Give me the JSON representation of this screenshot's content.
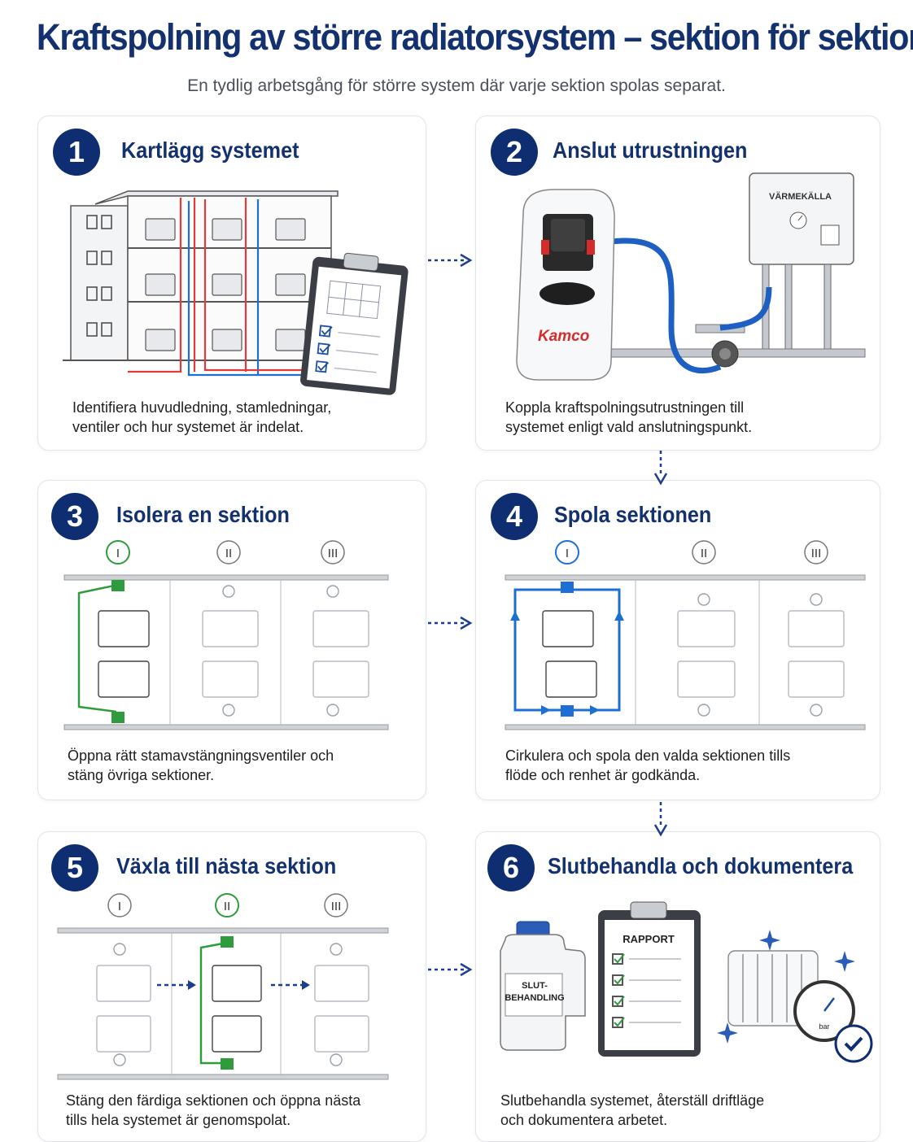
{
  "header": {
    "title": "Kraftspolning av större radiatorsystem – sektion för sektion",
    "subtitle": "En tydlig arbetsgång för större system där varje sektion spolas separat."
  },
  "steps": [
    {
      "number": "1",
      "title": "Kartlägg systemet",
      "description": "Identifiera huvudledning, stamledningar,\nventiler och hur systemet är indelat."
    },
    {
      "number": "2",
      "title": "Anslut utrustningen",
      "description": "Koppla kraftspolningsutrustningen till\nsystemet enligt vald anslutningspunkt."
    },
    {
      "number": "3",
      "title": "Isolera en sektion",
      "description": "Öppna rätt stamavstängningsventiler och\nstäng övriga sektioner."
    },
    {
      "number": "4",
      "title": "Spola sektionen",
      "description": "Cirkulera och spola den valda sektionen tills\nflöde och renhet är godkända."
    },
    {
      "number": "5",
      "title": "Växla till nästa sektion",
      "description": "Stäng den färdiga sektionen och öppna nästa\ntills hela systemet är genomspolat."
    },
    {
      "number": "6",
      "title": "Slutbehandla och dokumentera",
      "description": "Slutbehandla systemet, återställ driftläge\noch dokumentera arbetet."
    }
  ],
  "illustration_labels": {
    "boiler": "VÄRMEKÄLLA",
    "brand": "Kamco",
    "section_numerals": [
      "I",
      "II",
      "III"
    ],
    "bottle_line1": "SLUT-",
    "bottle_line2": "BEHANDLING",
    "report": "RAPPORT",
    "gauge_unit": "bar"
  },
  "colors": {
    "navy": "#0f2e72",
    "green": "#2e9b3c",
    "blue": "#1d6fd6",
    "red": "#e03a3a",
    "gray": "#9aa0a8"
  }
}
